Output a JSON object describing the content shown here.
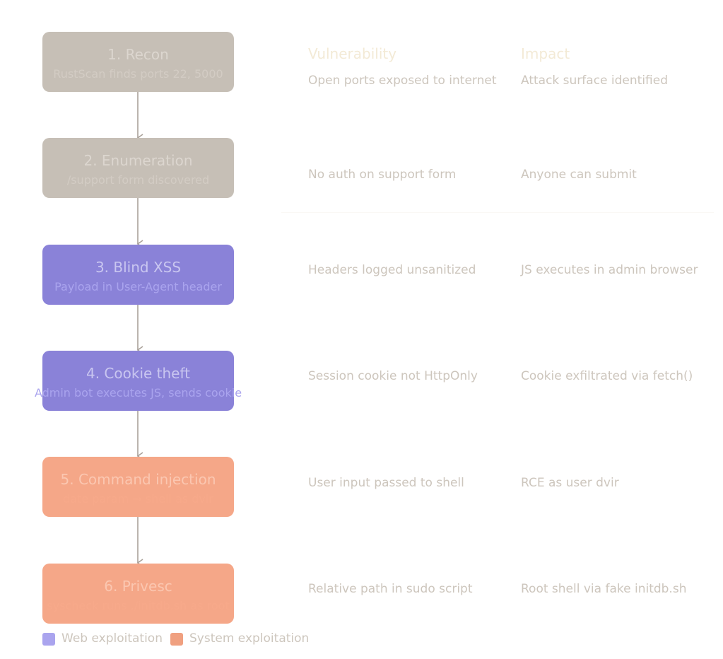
{
  "steps": [
    {
      "title": "1. Recon",
      "subtitle": "RustScan finds ports 22, 5000",
      "category": "recon"
    },
    {
      "title": "2. Enumeration",
      "subtitle": "/support form discovered",
      "category": "recon"
    },
    {
      "title": "3. Blind XSS",
      "subtitle": "Payload in User-Agent header",
      "category": "web"
    },
    {
      "title": "4. Cookie theft",
      "subtitle": "Admin bot executes JS, sends cookie",
      "category": "web"
    },
    {
      "title": "5. Command injection",
      "subtitle": "date param → shell as dvir",
      "category": "system"
    },
    {
      "title": "6. Privesc",
      "subtitle": "syscheck runs ./initdb.sh as root",
      "category": "system"
    }
  ],
  "table": {
    "headers": {
      "vulnerability": "Vulnerability",
      "impact": "Impact"
    },
    "rows": [
      {
        "vulnerability": "Open ports exposed to internet",
        "impact": "Attack surface identified"
      },
      {
        "vulnerability": "No auth on support form",
        "impact": "Anyone can submit"
      },
      {
        "vulnerability": "Headers logged unsanitized",
        "impact": "JS executes in admin browser"
      },
      {
        "vulnerability": "Session cookie not HttpOnly",
        "impact": "Cookie exfiltrated via fetch()"
      },
      {
        "vulnerability": "User input passed to shell",
        "impact": "RCE as user dvir"
      },
      {
        "vulnerability": "Relative path in sudo script",
        "impact": "Root shell via fake initdb.sh"
      }
    ]
  },
  "legend": [
    {
      "label": "Web exploitation",
      "color": "#aaa4ee"
    },
    {
      "label": "System exploitation",
      "color": "#f0a080"
    }
  ],
  "colors": {
    "recon": "#c6bfb6",
    "web": "#8a82d8",
    "system": "#f5a788",
    "arrow": "#aaa29a"
  }
}
